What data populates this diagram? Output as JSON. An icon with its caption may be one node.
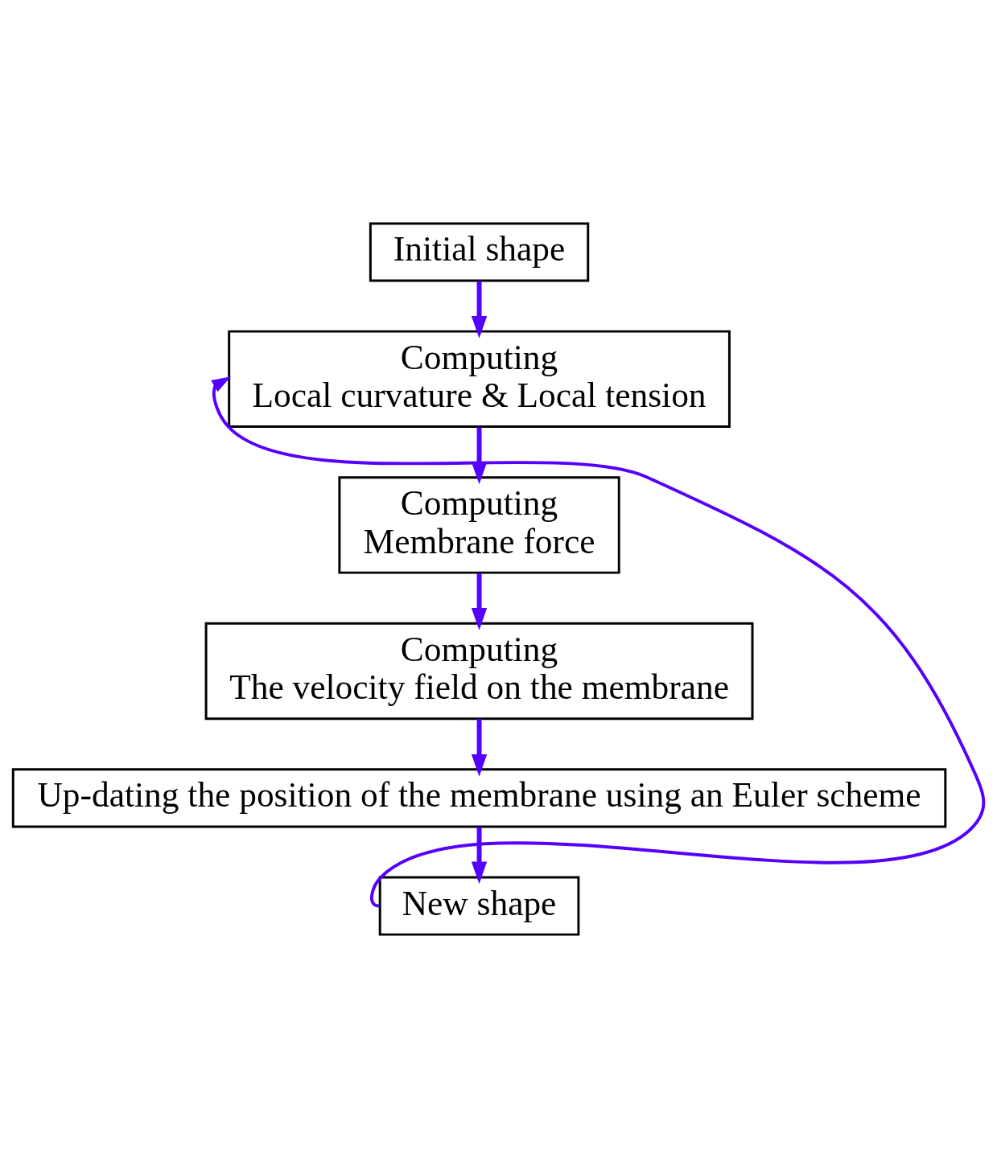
{
  "diagram": {
    "nodes": [
      {
        "text": [
          "Initial shape"
        ]
      },
      {
        "text": [
          "Computing",
          "Local curvature & Local tension"
        ]
      },
      {
        "text": [
          "Computing",
          "Membrane force"
        ]
      },
      {
        "text": [
          "Computing",
          "The velocity field on the membrane"
        ]
      },
      {
        "text": [
          "Up-dating the position of the membrane using an Euler scheme"
        ]
      },
      {
        "text": [
          "New shape"
        ]
      }
    ],
    "edges": [
      {
        "from": 0,
        "to": 1,
        "arrow": "to"
      },
      {
        "from": 1,
        "to": 2,
        "arrow": "to"
      },
      {
        "from": 2,
        "to": 3,
        "arrow": "to"
      },
      {
        "from": 3,
        "to": 4,
        "arrow": "to"
      },
      {
        "from": 4,
        "to": 5,
        "arrow": "to"
      },
      {
        "from": 5,
        "to": 1,
        "arrow": "to"
      }
    ]
  }
}
